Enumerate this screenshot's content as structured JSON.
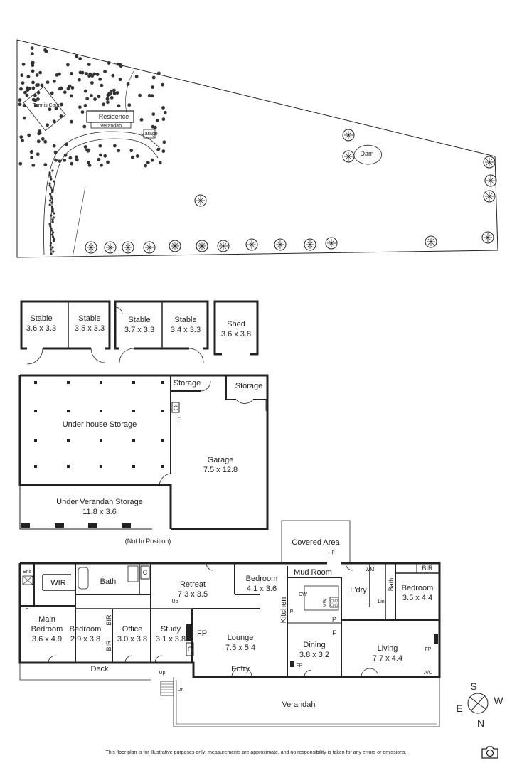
{
  "site": {
    "tennis_court": "Tennis Court",
    "residence": "Residence",
    "verandah_small": "Verandah",
    "garage_small": "Garage",
    "dam": "Dam"
  },
  "outbuildings": {
    "stables": [
      {
        "name": "Stable",
        "dims": "3.6 x 3.3"
      },
      {
        "name": "Stable",
        "dims": "3.5 x 3.3"
      },
      {
        "name": "Stable",
        "dims": "3.7 x 3.3"
      },
      {
        "name": "Stable",
        "dims": "3.4 x 3.3"
      }
    ],
    "shed": {
      "name": "Shed",
      "dims": "3.6 x 3.8"
    }
  },
  "lower_level": {
    "under_house": "Under house Storage",
    "storage_1": "Storage",
    "storage_2": "Storage",
    "c": "C",
    "f": "F",
    "garage": {
      "name": "Garage",
      "dims": "7.5 x 12.8"
    },
    "under_verandah": {
      "name": "Under Verandah Storage",
      "dims": "11.8 x 3.6"
    },
    "note": "(Not In Position)"
  },
  "main_level": {
    "covered_area": "Covered Area",
    "up": "Up",
    "up2": "Up",
    "up3": "Up",
    "dn": "Dn",
    "ens": "Ens",
    "wir": "WIR",
    "bath": "Bath",
    "c1": "C",
    "retreat": {
      "name": "Retreat",
      "dims": "7.3 x 3.5"
    },
    "bedroom_mid": {
      "name": "Bedroom",
      "dims": "4.1 x 3.6"
    },
    "mud_room": "Mud Room",
    "wm": "WM",
    "bir_r": "BIR",
    "bath_r": "Bath",
    "lin": "Lin",
    "laundry": "L'dry",
    "bedroom_r": {
      "name": "Bedroom",
      "dims": "3.5 x 4.4"
    },
    "dw": "DW",
    "mw": "MW",
    "kitchen": "Kitchen",
    "p1": "P",
    "p2": "P",
    "f1": "F",
    "main_bedroom": {
      "name1": "Main",
      "name2": "Bedroom",
      "dims": "3.6 x 4.9"
    },
    "bedroom_l": {
      "name": "Bedroom",
      "dims": "2.9 x 3.8"
    },
    "bir1": "BIR",
    "bir2": "BIR",
    "office": {
      "name": "Office",
      "dims": "3.0 x 3.8"
    },
    "study": {
      "name": "Study",
      "dims": "3.1 x 3.8"
    },
    "c2": "C",
    "fp1": "FP",
    "lounge": {
      "name": "Lounge",
      "dims": "7.5 x 5.4"
    },
    "entry": "Entry",
    "dining": {
      "name": "Dining",
      "dims": "3.8 x 3.2"
    },
    "fp2": "FP",
    "living": {
      "name": "Living",
      "dims": "7.7 x 4.4"
    },
    "fp3": "FP",
    "ac": "A/C",
    "deck": "Deck",
    "verandah": "Verandah",
    "h": "H"
  },
  "compass": {
    "n": "N",
    "s": "S",
    "e": "E",
    "w": "W"
  },
  "disclaimer": "This floor plan is for illustrative purposes only; measurements are approximate, and no responsibility is taken for any errors or omissions.",
  "icons": {
    "camera": "camera-icon",
    "compass": "compass-icon"
  }
}
